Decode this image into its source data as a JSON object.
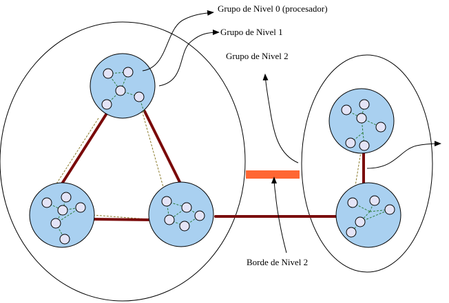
{
  "labels": {
    "level0": "Grupo de Nivel 0 (procesador)",
    "level1": "Grupo de Nivel 1",
    "level2": "Grupo de Nivel 2",
    "border": "Borde de Nivel 2"
  },
  "colors": {
    "cluster_fill": "#a9d0f0",
    "node_fill": "#e4e4f7",
    "thick_edge": "#7a0a0a",
    "green_edge": "#2e7d3a",
    "olive_edge": "#8a7a2a",
    "border_bar": "#ff6633",
    "outline": "#000000"
  },
  "clusters": [
    {
      "id": "top"
    },
    {
      "id": "bottom-left"
    },
    {
      "id": "bottom-right"
    },
    {
      "id": "right-top"
    },
    {
      "id": "right-bottom"
    }
  ],
  "groups": [
    {
      "id": "big-left"
    },
    {
      "id": "right"
    }
  ]
}
